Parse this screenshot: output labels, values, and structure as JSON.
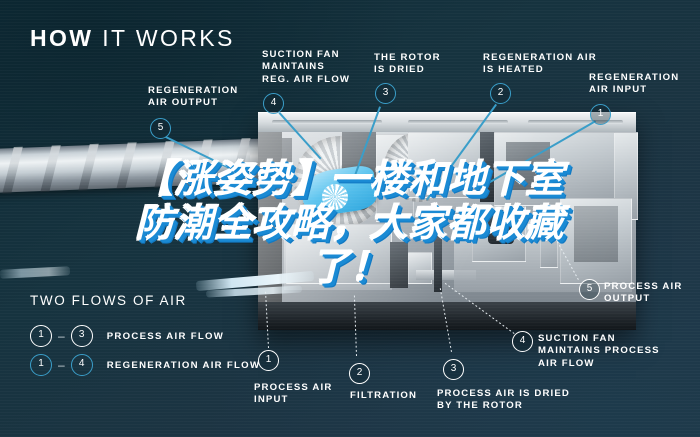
{
  "title": {
    "bold": "HOW",
    "light": "IT WORKS"
  },
  "callouts": [
    {
      "n": "5",
      "label_lines": [
        "REGENERATION",
        "AIR OUTPUT"
      ],
      "style": "blue",
      "name": "callout-regeneration-air-output"
    },
    {
      "n": "4",
      "label_lines": [
        "SUCTION FAN",
        "MAINTAINS",
        "REG. AIR FLOW"
      ],
      "style": "blue",
      "name": "callout-suction-fan-reg-air-flow"
    },
    {
      "n": "3",
      "label_lines": [
        "THE ROTOR",
        "IS DRIED"
      ],
      "style": "blue",
      "name": "callout-rotor-is-dried"
    },
    {
      "n": "2",
      "label_lines": [
        "REGENERATION AIR",
        "IS HEATED"
      ],
      "style": "blue",
      "name": "callout-regeneration-air-heated"
    },
    {
      "n": "1",
      "label_lines": [
        "REGENERATION",
        "AIR INPUT"
      ],
      "style": "blue",
      "name": "callout-regeneration-air-input"
    },
    {
      "n": "5",
      "label_lines": [
        "PROCESS AIR",
        "OUTPUT"
      ],
      "style": "white",
      "name": "callout-process-air-output"
    },
    {
      "n": "4",
      "label_lines": [
        "SUCTION FAN",
        "MAINTAINS PROCESS",
        "AIR FLOW"
      ],
      "style": "white",
      "name": "callout-suction-fan-process-air-flow"
    },
    {
      "n": "3",
      "label_lines": [
        "PROCESS AIR IS DRIED",
        "BY THE ROTOR"
      ],
      "style": "white",
      "name": "callout-process-air-dried-by-rotor"
    },
    {
      "n": "2",
      "label_lines": [
        "FILTRATION"
      ],
      "style": "white",
      "name": "callout-filtration"
    },
    {
      "n": "1",
      "label_lines": [
        "PROCESS AIR",
        "INPUT"
      ],
      "style": "white",
      "name": "callout-process-air-input"
    }
  ],
  "legend": {
    "heading": "TWO FLOWS OF AIR",
    "rows": [
      {
        "from": "1",
        "to": "3",
        "label": "PROCESS AIR FLOW",
        "style": "white"
      },
      {
        "from": "1",
        "to": "4",
        "label": "REGENERATION AIR FLOW",
        "style": "blue"
      }
    ],
    "dash": "–"
  },
  "overlay": {
    "line1": "【涨姿势】一楼和地下室",
    "line2": "防潮全攻略，大家都收藏",
    "line3": "了！"
  },
  "colors": {
    "background_dark": "#0e2a35",
    "background_light": "#22384a",
    "accent_blue": "#3a9ec9",
    "overlay_shadow_blue": "#1a8ad4",
    "text_white": "#ffffff"
  }
}
